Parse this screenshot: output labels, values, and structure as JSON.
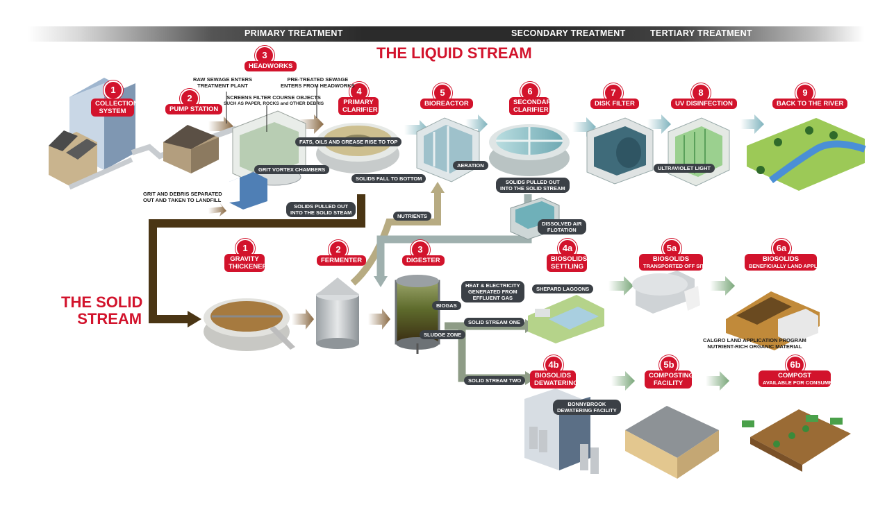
{
  "phases": {
    "primary": "PRIMARY TREATMENT",
    "secondary": "SECONDARY TREATMENT",
    "tertiary": "TERTIARY TREATMENT"
  },
  "titles": {
    "liquid": "THE LIQUID STREAM",
    "solid_line1": "THE SOLID",
    "solid_line2": "STREAM"
  },
  "liquid_steps": [
    {
      "num": "1",
      "label": "COLLECTION",
      "label2": "SYSTEM"
    },
    {
      "num": "2",
      "label": "PUMP STATION",
      "label2": ""
    },
    {
      "num": "3",
      "label": "HEADWORKS",
      "label2": ""
    },
    {
      "num": "4",
      "label": "PRIMARY",
      "label2": "CLARIFIER"
    },
    {
      "num": "5",
      "label": "BIOREACTOR",
      "label2": ""
    },
    {
      "num": "6",
      "label": "SECONDARY",
      "label2": "CLARIFIER"
    },
    {
      "num": "7",
      "label": "DISK FILTER",
      "label2": ""
    },
    {
      "num": "8",
      "label": "UV DISINFECTION",
      "label2": ""
    },
    {
      "num": "9",
      "label": "BACK TO THE RIVER",
      "label2": ""
    }
  ],
  "solid_steps": [
    {
      "num": "1",
      "label": "GRAVITY",
      "label2": "THICKENER"
    },
    {
      "num": "2",
      "label": "FERMENTER",
      "label2": ""
    },
    {
      "num": "3",
      "label": "DIGESTER",
      "label2": ""
    },
    {
      "num": "4a",
      "label": "BIOSOLIDS",
      "label2": "SETTLING"
    },
    {
      "num": "5a",
      "label": "BIOSOLIDS",
      "label2": "TRANSPORTED OFF SITE"
    },
    {
      "num": "6a",
      "label": "BIOSOLIDS",
      "label2": "BENEFICIALLY LAND APPLIED"
    },
    {
      "num": "4b",
      "label": "BIOSOLIDS",
      "label2": "DEWATERING"
    },
    {
      "num": "5b",
      "label": "COMPOSTING",
      "label2": "FACILITY"
    },
    {
      "num": "6b",
      "label": "COMPOST",
      "label2": "AVAILABLE FOR CONSUMERS"
    }
  ],
  "notes": {
    "raw_sewage_1": "RAW SEWAGE ENTERS",
    "raw_sewage_2": "TREATMENT PLANT",
    "screens_1": "SCREENS FILTER COURSE OBJECTS",
    "screens_2": "SUCH AS PAPER, ROCKS and OTHER DEBRIS",
    "pretreated_1": "PRE-TREATED SEWAGE",
    "pretreated_2": "ENTERS FROM HEADWORKS",
    "grit_1": "GRIT AND DEBRIS SEPARATED",
    "grit_2": "OUT AND TAKEN TO LANDFILL",
    "calgro_1": "CALGRO LAND APPLICATION PROGRAM",
    "calgro_2": "NUTRIENT-RICH ORGANIC MATERIAL"
  },
  "pills": {
    "fats": "FATS, OILS AND GREASE RISE TO TOP",
    "grit_vortex": "GRIT VORTEX CHAMBERS",
    "solids_fall": "SOLIDS FALL TO BOTTOM",
    "aeration": "AERATION",
    "solids_pulled_2_1": "SOLIDS PULLED OUT",
    "solids_pulled_2_2": "INTO THE SOLID STREAM",
    "ultraviolet": "ULTRAVIOLET LIGHT",
    "solids_pulled_1_1": "SOLIDS PULLED OUT",
    "solids_pulled_1_2": "INTO THE SOLID STEAM",
    "nutrients": "NUTRIENTS",
    "daf_1": "DISSOLVED AIR",
    "daf_2": "FLOTATION",
    "heat_1": "HEAT & ELECTRICITY",
    "heat_2": "GENERATED FROM",
    "heat_3": "EFFLUENT GAS",
    "biogas": "BIOGAS",
    "sludge": "SLUDGE ZONE",
    "stream_one": "SOLID STREAM ONE",
    "stream_two": "SOLID STREAM TWO",
    "shepard": "SHEPARD LAGOONS",
    "bonny_1": "BONNYBROOK",
    "bonny_2": "DEWATERING FACILITY"
  },
  "colors": {
    "accent_red": "#d2132c",
    "solid_stream_brown": "#4a3514",
    "pill_dark": "#3b4046",
    "liquid_arrow": "#8fb6c0",
    "green_arrow": "#7aa77a"
  }
}
